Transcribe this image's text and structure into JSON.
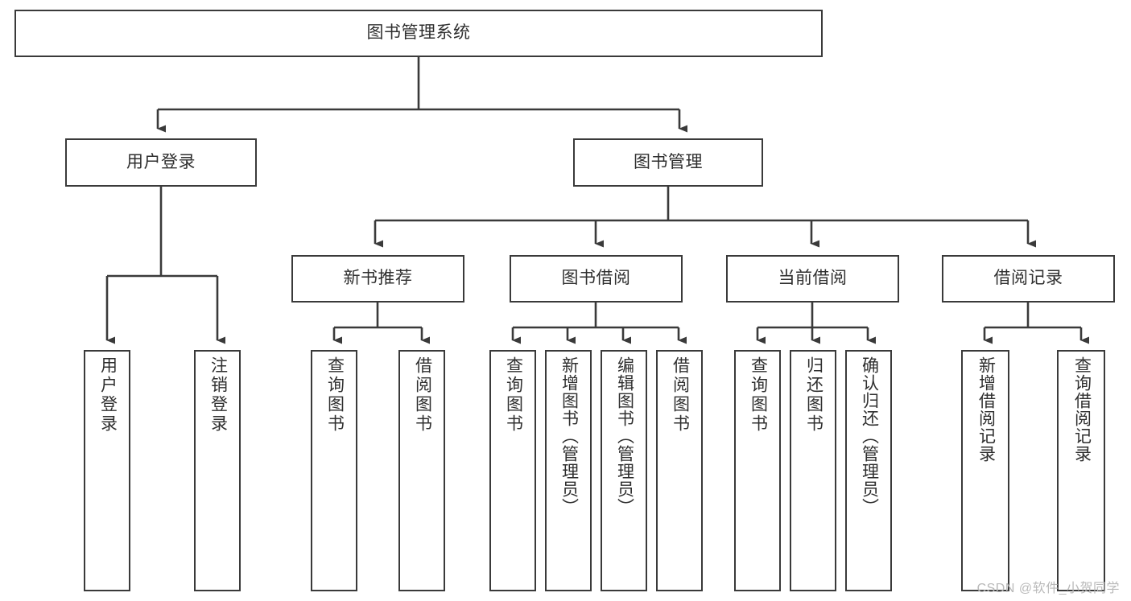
{
  "diagram": {
    "type": "tree",
    "title": "图书管理系统",
    "root": {
      "label": "图书管理系统"
    },
    "level2": [
      {
        "label": "用户登录"
      },
      {
        "label": "图书管理"
      }
    ],
    "level3": [
      {
        "label": "新书推荐"
      },
      {
        "label": "图书借阅"
      },
      {
        "label": "当前借阅"
      },
      {
        "label": "借阅记录"
      }
    ],
    "leaves": {
      "user_login": [
        {
          "label": "用户登录"
        },
        {
          "label": "注销登录"
        }
      ],
      "new_book": [
        {
          "label": "查询图书"
        },
        {
          "label": "借阅图书"
        }
      ],
      "book_borrow": [
        {
          "label": "查询图书"
        },
        {
          "label": "新增图书（管理员）"
        },
        {
          "label": "编辑图书（管理员）"
        },
        {
          "label": "借阅图书"
        }
      ],
      "current_borrow": [
        {
          "label": "查询图书"
        },
        {
          "label": "归还图书"
        },
        {
          "label": "确认归还（管理员）"
        }
      ],
      "borrow_record": [
        {
          "label": "新增借阅记录"
        },
        {
          "label": "查询借阅记录"
        }
      ]
    }
  },
  "watermark": {
    "text": "CSDN @软件_小贺同学"
  },
  "colors": {
    "stroke": "#3a3a3a",
    "text": "#2f2f2f",
    "background": "#ffffff",
    "watermark": "#b9b9b9"
  }
}
